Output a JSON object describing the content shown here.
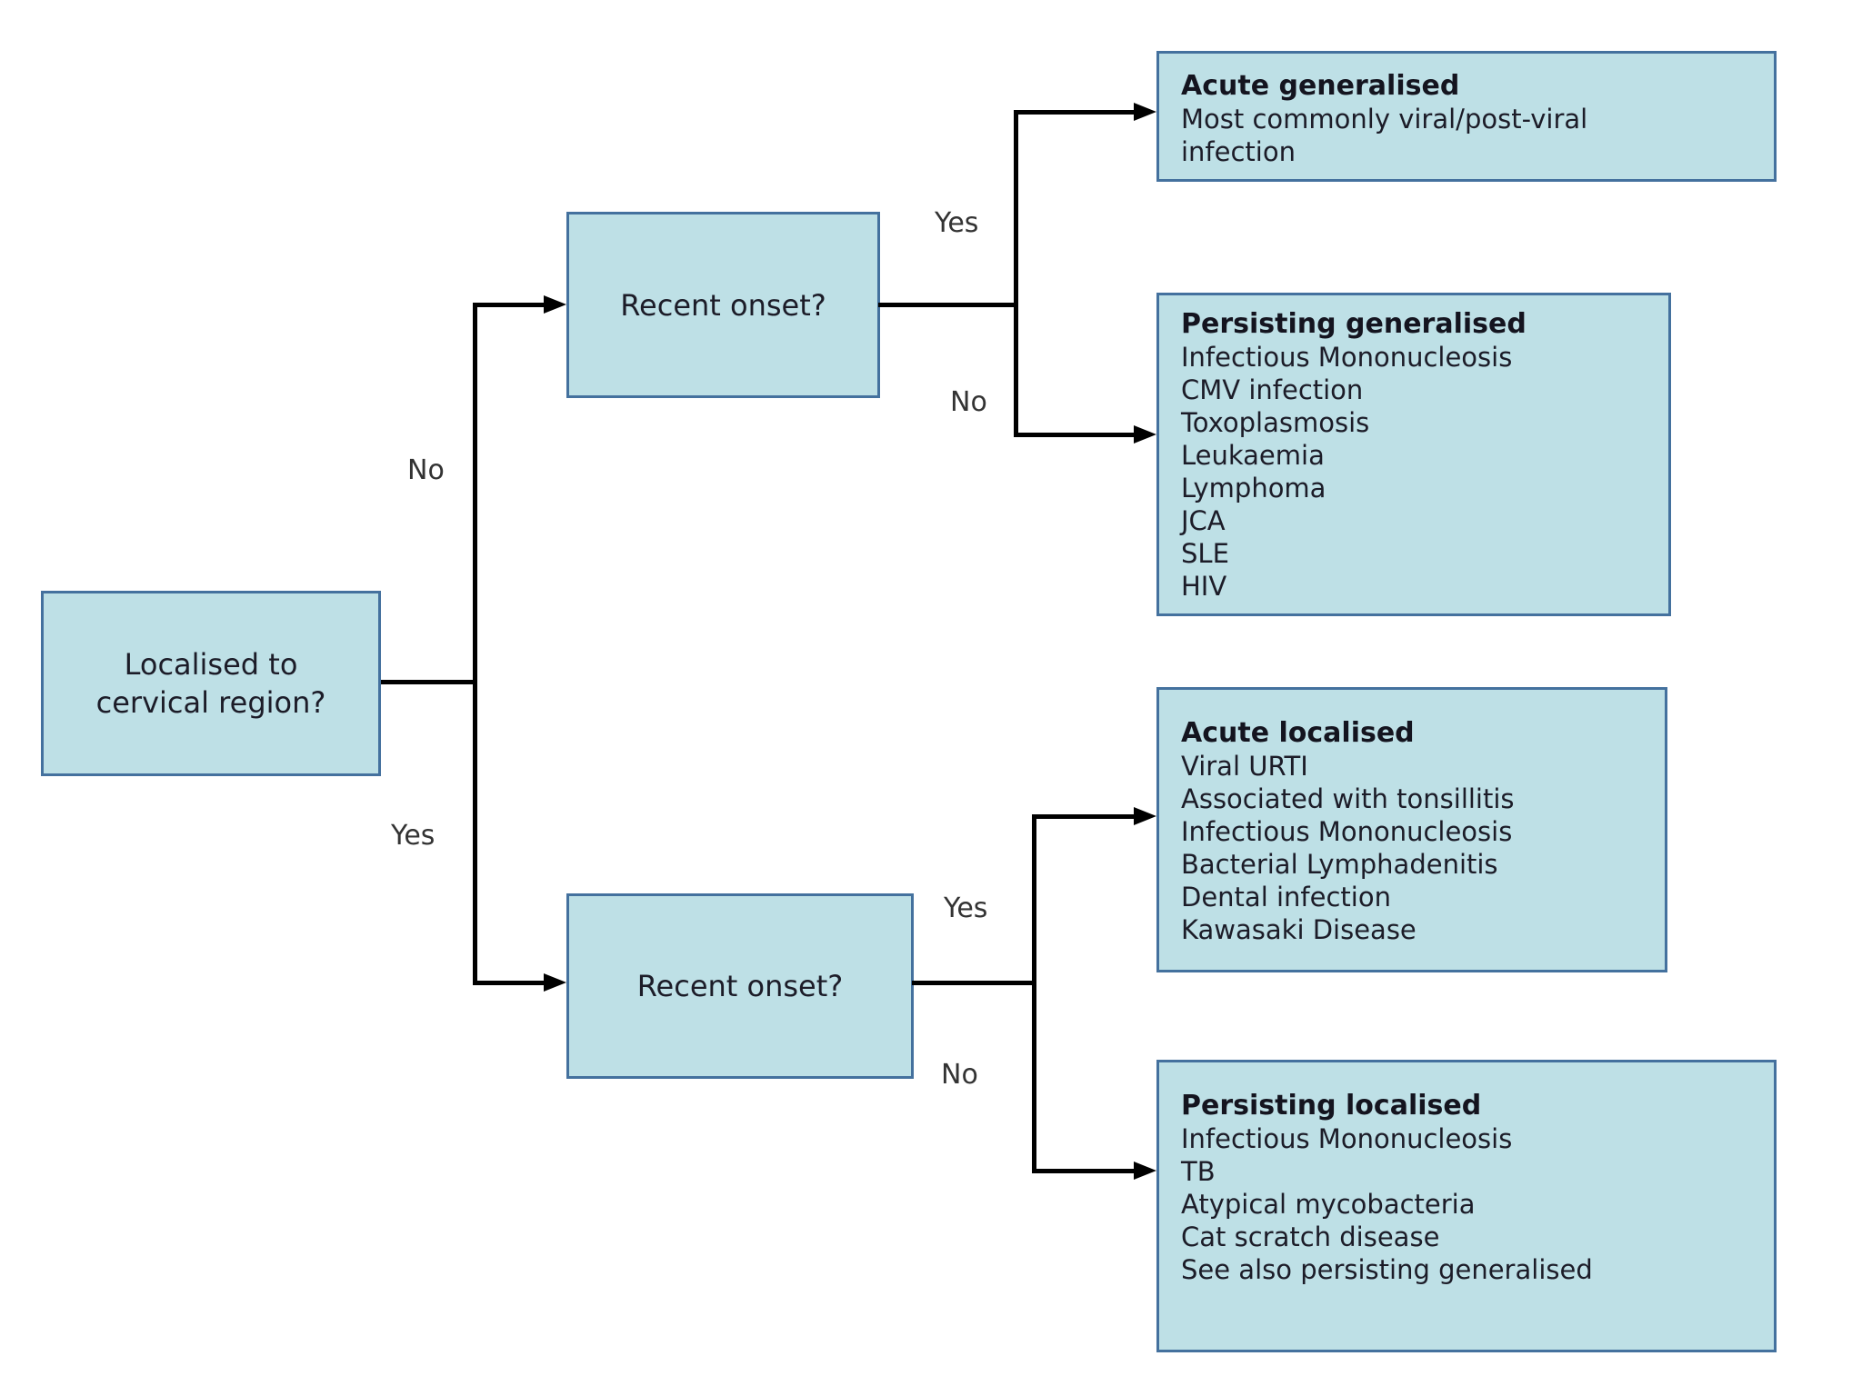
{
  "nodes": {
    "root": {
      "text": "Localised to cervical region?"
    },
    "recent_onset_top": {
      "text": "Recent onset?"
    },
    "recent_onset_bottom": {
      "text": "Recent onset?"
    }
  },
  "edge_labels": {
    "root_to_top": "No",
    "root_to_bottom": "Yes",
    "top_to_acute_generalised": "Yes",
    "top_to_persisting_generalised": "No",
    "bottom_to_acute_localised": "Yes",
    "bottom_to_persisting_localised": "No"
  },
  "outcomes": {
    "acute_generalised": {
      "title": "Acute generalised",
      "items": [
        "Most commonly viral/post-viral",
        "infection"
      ]
    },
    "persisting_generalised": {
      "title": "Persisting generalised",
      "items": [
        "Infectious Mononucleosis",
        "CMV infection",
        "Toxoplasmosis",
        "Leukaemia",
        "Lymphoma",
        "JCA",
        "SLE",
        "HIV"
      ]
    },
    "acute_localised": {
      "title": "Acute localised",
      "items": [
        "Viral URTI",
        "Associated with tonsillitis",
        "Infectious Mononucleosis",
        "Bacterial Lymphadenitis",
        "Dental infection",
        "Kawasaki Disease"
      ]
    },
    "persisting_localised": {
      "title": "Persisting localised",
      "items": [
        "Infectious Mononucleosis",
        "TB",
        "Atypical mycobacteria",
        "Cat scratch disease",
        "See also persisting generalised"
      ]
    }
  },
  "colors": {
    "box_fill": "#bee0e6",
    "box_border": "#44719e",
    "connector": "#000000",
    "text": "#1c1c28",
    "edge_label": "#333333"
  }
}
